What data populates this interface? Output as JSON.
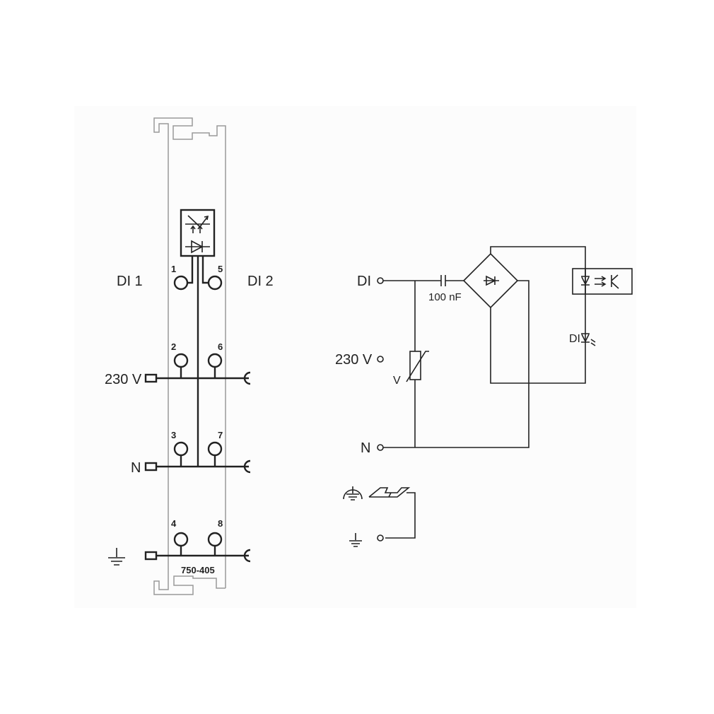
{
  "module": {
    "part_number": "750-405",
    "channel_labels": [
      "DI 1",
      "DI 2"
    ],
    "terminal_numbers": [
      "1",
      "5",
      "2",
      "6",
      "3",
      "7",
      "4",
      "8"
    ],
    "bus_labels": {
      "supply": "230 V",
      "neutral": "N"
    }
  },
  "schematic": {
    "input_label": "DI",
    "capacitor_label": "100 nF",
    "supply_label": "230 V",
    "varistor_label": "V",
    "neutral_label": "N",
    "led_label": "DI"
  },
  "colors": {
    "line": "#222222",
    "rail": "#9a9a9a"
  }
}
